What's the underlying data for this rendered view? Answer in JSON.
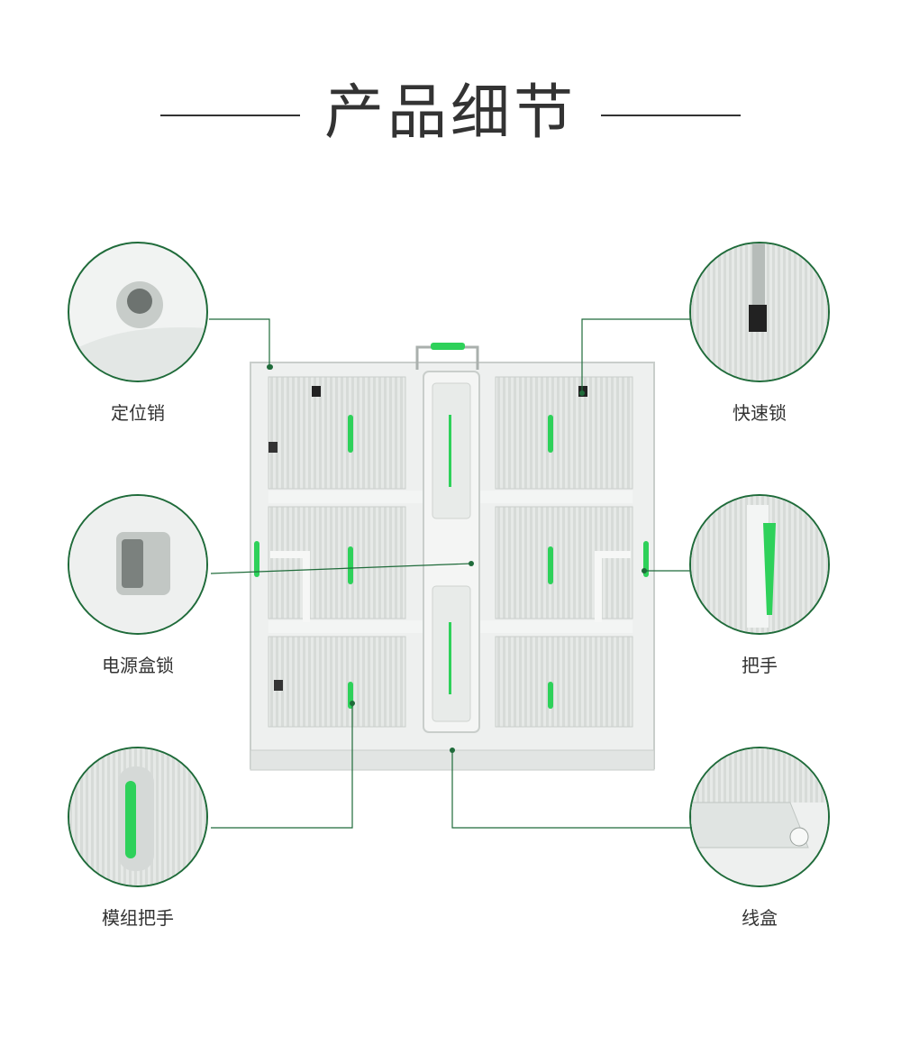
{
  "header": {
    "title": "产品细节"
  },
  "details": [
    {
      "id": "locating-pin",
      "label": "定位销"
    },
    {
      "id": "quick-lock",
      "label": "快速锁"
    },
    {
      "id": "power-box-lock",
      "label": "电源盒锁"
    },
    {
      "id": "handle",
      "label": "把手"
    },
    {
      "id": "module-handle",
      "label": "模组把手"
    },
    {
      "id": "wire-box",
      "label": "线盒"
    }
  ],
  "colors": {
    "accent": "#1f6b3a",
    "highlight": "#2ed15a",
    "panel": "#e9ecea"
  }
}
